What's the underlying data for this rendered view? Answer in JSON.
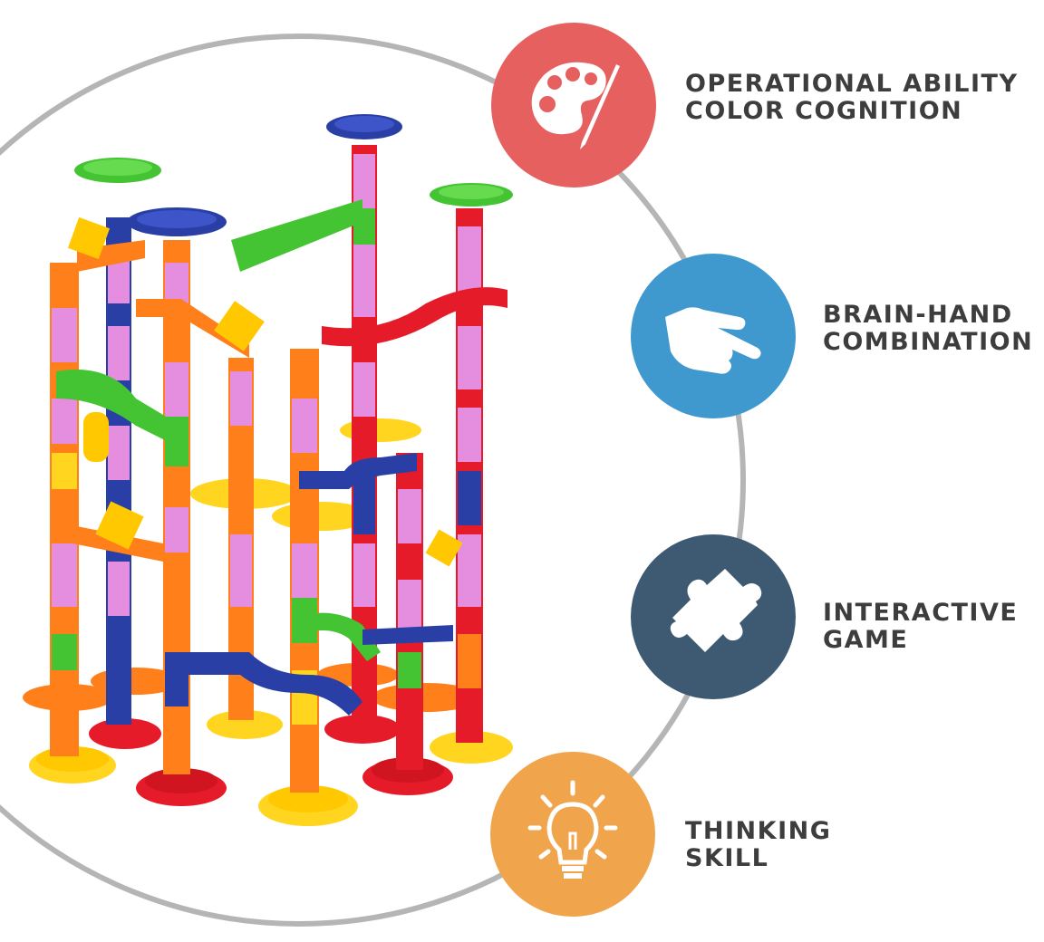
{
  "colors": {
    "arc": "#b5b5b5",
    "text": "#3d3d3d",
    "palette_circle": "#e5605f",
    "hand_circle": "#3f99cf",
    "puzzle_circle": "#3e5a72",
    "bulb_circle": "#f0a44c",
    "icon_fill": "#ffffff"
  },
  "features": [
    {
      "id": "operational",
      "icon": "palette-icon",
      "lines": [
        "OPERATIONAL ABILITY",
        "COLOR COGNITION"
      ]
    },
    {
      "id": "brain-hand",
      "icon": "pointing-hand-icon",
      "lines": [
        "BRAIN-HAND",
        "COMBINATION"
      ]
    },
    {
      "id": "interactive",
      "icon": "puzzle-piece-icon",
      "lines": [
        "INTERACTIVE",
        "GAME"
      ]
    },
    {
      "id": "thinking",
      "icon": "light-bulb-icon",
      "lines": [
        "THINKING",
        "SKILL"
      ]
    }
  ],
  "product": {
    "name": "marble-run-toy-tower"
  }
}
